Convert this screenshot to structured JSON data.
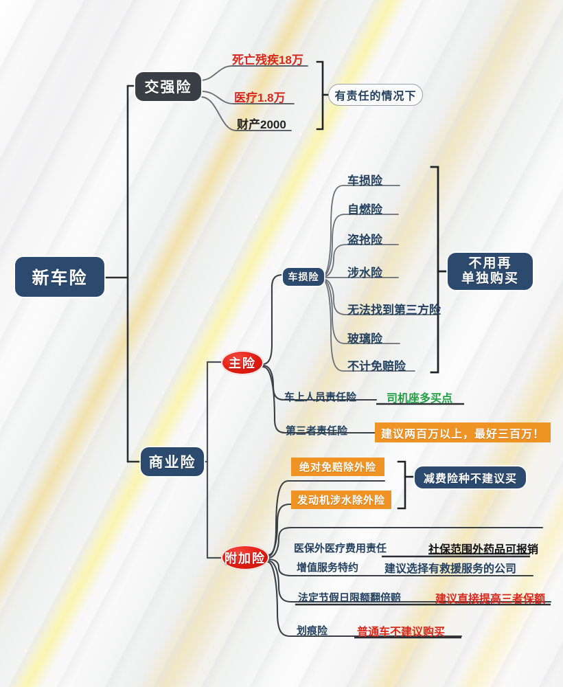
{
  "diagram": {
    "type": "mind-map",
    "root": {
      "label": "新车险",
      "style": "dark-navy-box"
    },
    "branches": [
      {
        "id": "compulsory",
        "label": "交强险",
        "style": "charcoal-box",
        "children": [
          {
            "label": "死亡残疾18万",
            "color": "#d8281c"
          },
          {
            "label": "医疗1.8万",
            "color": "#d8281c"
          },
          {
            "label": "财产2000",
            "color": "#222222"
          }
        ],
        "group_note": {
          "label": "有责任的情况下",
          "style": "white-rounded-box"
        }
      },
      {
        "id": "commercial",
        "label": "商业险",
        "style": "dark-navy-box",
        "groups": [
          {
            "id": "main-insurance",
            "label": "主险",
            "style": "red-oval",
            "items": [
              {
                "label": "车损险",
                "style": "small-navy-pill",
                "children": [
                  {
                    "label": "车损险"
                  },
                  {
                    "label": "自燃险"
                  },
                  {
                    "label": "盗抢险"
                  },
                  {
                    "label": "涉水险"
                  },
                  {
                    "label": "无法找到第三方险"
                  },
                  {
                    "label": "玻璃险"
                  },
                  {
                    "label": "不计免赔险"
                  }
                ],
                "group_note": {
                  "label": "不用再\n单独购买",
                  "line1": "不用再",
                  "line2": "单独购买",
                  "style": "dark-navy-box"
                }
              },
              {
                "label": "车上人员责任险",
                "note": "司机座多买点",
                "note_color": "#1f9e42",
                "note_style": "plain-underlined"
              },
              {
                "label": "第三者责任险",
                "note": "建议两百万以上，最好三百万！",
                "note_color": "#ffffff",
                "note_style": "orange-band"
              }
            ]
          },
          {
            "id": "additional-insurance",
            "label": "附加险",
            "style": "red-oval",
            "items": [
              {
                "label": "绝对免赔除外险",
                "style": "orange-band"
              },
              {
                "label": "发动机涉水除外险",
                "style": "orange-band"
              },
              {
                "label": "医保外医疗费用责任",
                "note": "社保范围外药品可报销",
                "note_color": "#111111",
                "note_style": "plain-underlined"
              },
              {
                "label": "增值服务特约",
                "note": "建议选择有救援服务的公司",
                "note_color": "#23415f",
                "note_style": "plain-underlined"
              },
              {
                "label": "法定节假日限额翻倍赔",
                "note": "建议直接提高三者保额",
                "note_color": "#d8281c",
                "note_style": "plain-underlined"
              },
              {
                "label": "划痕险",
                "note": "普通车不建议购买",
                "note_color": "#d8281c",
                "note_style": "plain-underlined"
              }
            ],
            "group_note": {
              "label": "减费险种不建议买",
              "style": "dark-navy-box"
            }
          }
        ]
      }
    ],
    "colors": {
      "navy": "#2c4a6e",
      "charcoal": "#3a3f45",
      "red": "#d8281c",
      "oval_red": "#e01b10",
      "orange": "#ef9325",
      "green": "#1f9e42",
      "text_navy": "#23415f",
      "line": "#5a5f66"
    }
  }
}
